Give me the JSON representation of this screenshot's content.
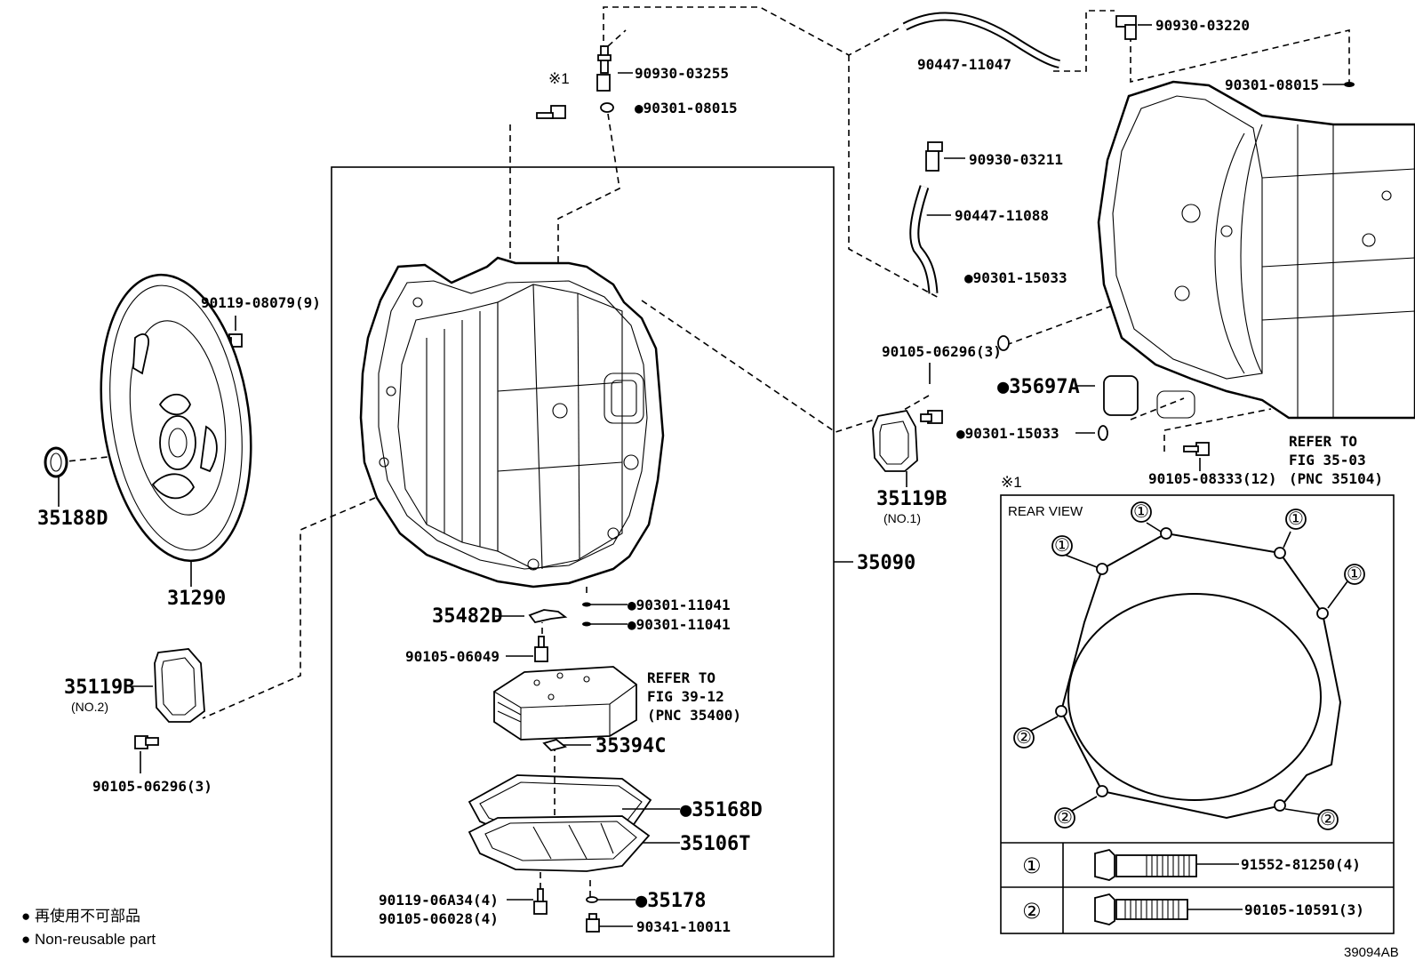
{
  "diagram_id": "39094AB",
  "legend": {
    "marker": "●",
    "line_jp": "再使用不可部品",
    "line_en": "Non-reusable part"
  },
  "note_mark": "※1",
  "labels": {
    "p90930_03255": "90930-03255",
    "p90301_08015_top": "90301-08015",
    "p90447_11047": "90447-11047",
    "p90930_03220": "90930-03220",
    "p90301_08015_right": "90301-08015",
    "p90930_03211": "90930-03211",
    "p90447_11088": "90447-11088",
    "p90301_15033_a": "90301-15033",
    "p90105_06296_r": "90105-06296(3)",
    "p35697A": "35697A",
    "p90301_15033_b": "90301-15033",
    "p90105_08333": "90105-08333(12)",
    "refer_fig_35_03_l1": "REFER TO",
    "refer_fig_35_03_l2": "FIG 35-03",
    "refer_fig_35_03_l3": "(PNC 35104)",
    "p35119B_no1": "35119B",
    "p35119B_no1_sub": "(NO.1)",
    "p90119_08079": "90119-08079(9)",
    "p35188D": "35188D",
    "p31290": "31290",
    "p35090": "35090",
    "p90301_11041_a": "90301-11041",
    "p90301_11041_b": "90301-11041",
    "p35482D": "35482D",
    "p90105_06049": "90105-06049",
    "refer_fig_39_12_l1": "REFER TO",
    "refer_fig_39_12_l2": "FIG 39-12",
    "refer_fig_39_12_l3": "(PNC 35400)",
    "p35394C": "35394C",
    "p35168D": "35168D",
    "p35106T": "35106T",
    "p35178": "35178",
    "p90119_06A34": "90119-06A34(4)",
    "p90105_06028": "90105-06028(4)",
    "p90341_10011": "90341-10011",
    "p35119B_no2": "35119B",
    "p35119B_no2_sub": "(NO.2)",
    "p90105_06296_l": "90105-06296(3)"
  },
  "rear_view": {
    "title": "REAR VIEW",
    "marker_1": "①",
    "marker_2": "②",
    "row1_marker": "①",
    "row1_part": "91552-81250(4)",
    "row2_marker": "②",
    "row2_part": "90105-10591(3)"
  }
}
